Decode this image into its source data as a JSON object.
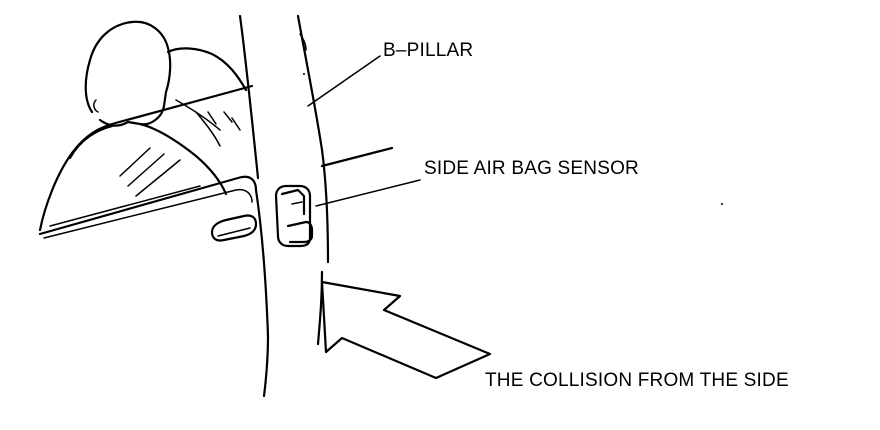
{
  "labels": {
    "b_pillar": "B–PILLAR",
    "sensor": "SIDE AIR BAG SENSOR",
    "collision": "THE COLLISION FROM THE SIDE"
  },
  "colors": {
    "ink": "#000000",
    "background": "#ffffff"
  }
}
